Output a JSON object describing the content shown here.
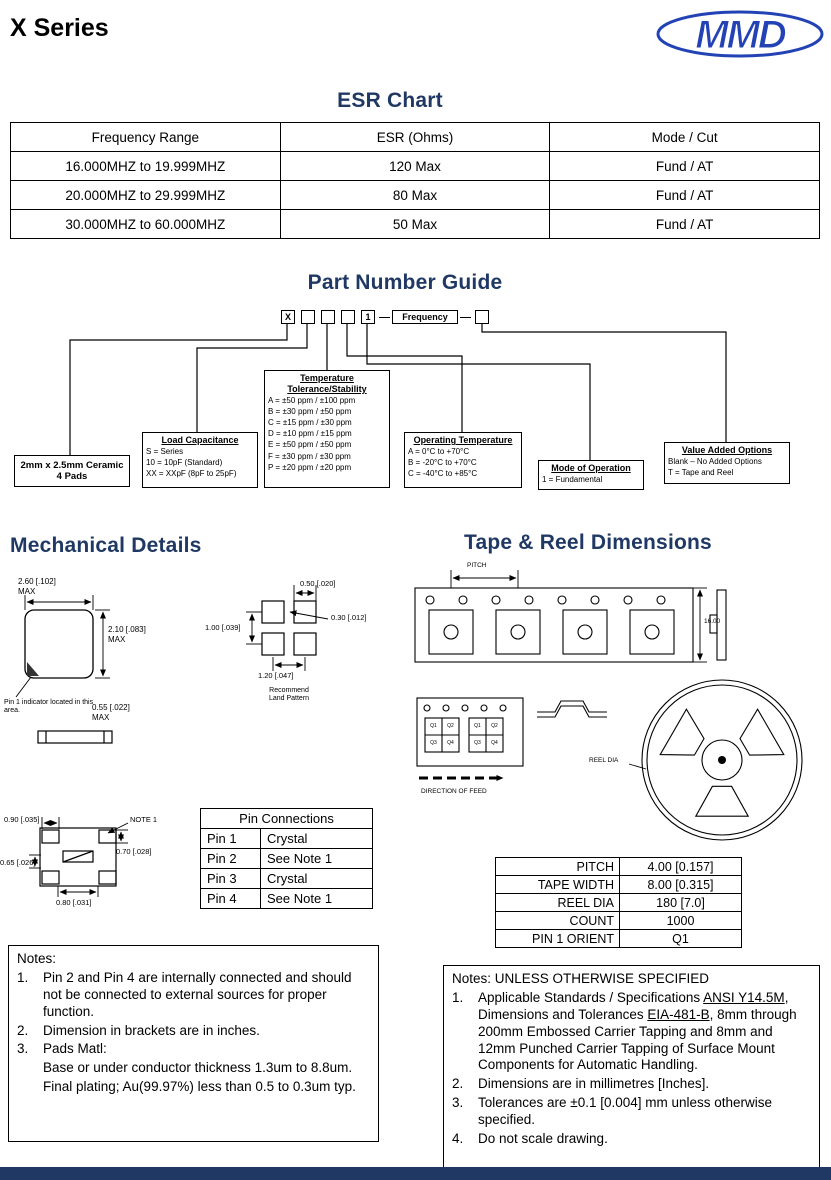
{
  "page": {
    "title": "X Series",
    "logo_text": "MMD",
    "colors": {
      "accent_navy": "#203864",
      "logo_blue": "#2343B5"
    }
  },
  "esr": {
    "title": "ESR Chart",
    "columns": [
      "Frequency Range",
      "ESR (Ohms)",
      "Mode / Cut"
    ],
    "rows": [
      [
        "16.000MHZ to 19.999MHZ",
        "120 Max",
        "Fund / AT"
      ],
      [
        "20.000MHZ to 29.999MHZ",
        "80 Max",
        "Fund / AT"
      ],
      [
        "30.000MHZ to 60.000MHZ",
        "50 Max",
        "Fund / AT"
      ]
    ]
  },
  "png": {
    "title": "Part Number Guide",
    "prefix": "X",
    "mode_digit": "1",
    "frequency": "Frequency",
    "package": [
      "2mm x 2.5mm Ceramic",
      "4 Pads"
    ],
    "load_cap": {
      "title": "Load Capacitance",
      "items": [
        "S = Series",
        "10 = 10pF (Standard)",
        "XX = XXpF (8pF to 25pF)"
      ]
    },
    "temp": {
      "title1": "Temperature",
      "title2": "Tolerance/Stability",
      "items": [
        "A = ±50 ppm / ±100 ppm",
        "B = ±30 ppm / ±50 ppm",
        "C = ±15 ppm / ±30 ppm",
        "D = ±10 ppm / ±15 ppm",
        "E = ±50 ppm / ±50 ppm",
        "F = ±30 ppm / ±30 ppm",
        "P = ±20 ppm / ±20 ppm"
      ]
    },
    "op_temp": {
      "title": "Operating Temperature",
      "items": [
        "A = 0°C to +70°C",
        "B = -20°C to +70°C",
        "C = -40°C to +85°C"
      ]
    },
    "mode": {
      "title": "Mode of Operation",
      "items": [
        "1 = Fundamental"
      ]
    },
    "vao": {
      "title": "Value Added Options",
      "items": [
        "Blank – No Added Options",
        "T = Tape and Reel"
      ]
    }
  },
  "mech": {
    "title": "Mechanical Details",
    "dim_top_w": "2.60 [.102]",
    "dim_top_w2": "MAX",
    "dim_h": "2.10 [.083]",
    "dim_h2": "MAX",
    "pin1_note": "Pin 1 indicator located in this area.",
    "land_pad_w": "0.50 [.020]",
    "land_pad_gap": "0.30 [.012]",
    "land_v": "1.00 [.039]",
    "land_h": "1.20 [.047]",
    "land_caption1": "Recommend",
    "land_caption2": "Land Pattern",
    "side_h": "0.55 [.022]",
    "side_h2": "MAX",
    "bot_pad_w": "0.90 [.035]",
    "bot_note": "NOTE 1",
    "bot_pad_h": "0.70 [.028]",
    "bot_h": "0.65 [.026]",
    "bot_w": "0.80 [.031]",
    "pins": {
      "title": "Pin Connections",
      "rows": [
        [
          "Pin 1",
          "Crystal"
        ],
        [
          "Pin 2",
          "See Note 1"
        ],
        [
          "Pin 3",
          "Crystal"
        ],
        [
          "Pin 4",
          "See Note 1"
        ]
      ]
    },
    "notes": {
      "title": "Notes:",
      "n1_num": "1.",
      "n1": "Pin 2 and Pin 4 are internally connected and should not be connected to external sources for proper function.",
      "n2_num": "2.",
      "n2": "Dimension in brackets are in inches.",
      "n3_num": "3.",
      "n3": "Pads Matl:",
      "n3a": "Base or under conductor thickness 1.3um to 8.8um.",
      "n3b": "Final plating; Au(99.97%) less than 0.5 to 0.3um typ."
    }
  },
  "tr": {
    "title": "Tape & Reel Dimensions",
    "pitch_label": "PITCH",
    "tape_w_dim": "16.00",
    "reel_dia_label": "REEL DIA",
    "feed_label": "DIRECTION OF FEED",
    "pocket_labels": [
      "Q1",
      "Q2",
      "Q3",
      "Q4"
    ],
    "table": [
      [
        "PITCH",
        "4.00 [0.157]"
      ],
      [
        "TAPE WIDTH",
        "8.00 [0.315]"
      ],
      [
        "REEL DIA",
        "180 [7.0]"
      ],
      [
        "COUNT",
        "1000"
      ],
      [
        "PIN 1 ORIENT",
        "Q1"
      ]
    ],
    "notes": {
      "title": "Notes: UNLESS OTHERWISE SPECIFIED",
      "n1_num": "1.",
      "n1a": "Applicable Standards / Specifications ",
      "n1b": "ANSI Y14.5M",
      "n1c": ", Dimensions and Tolerances ",
      "n1d": "EIA-481-B",
      "n1e": ", 8mm through 200mm Embossed Carrier Tapping and 8mm and 12mm Punched Carrier Tapping of Surface Mount Components for Automatic Handling.",
      "n2_num": "2.",
      "n2": "Dimensions are in millimetres [Inches].",
      "n3_num": "3.",
      "n3": "Tolerances are ±0.1 [0.004] mm unless otherwise specified.",
      "n4_num": "4.",
      "n4": "Do not scale drawing."
    }
  }
}
